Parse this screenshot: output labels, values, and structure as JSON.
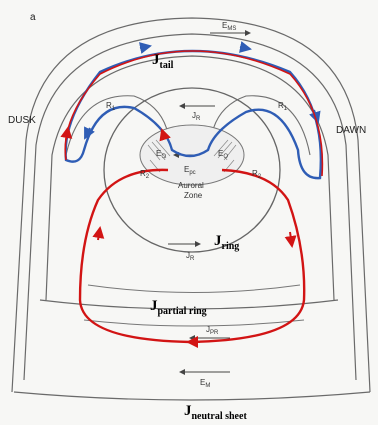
{
  "panel_label": "a",
  "side_labels": {
    "dusk": "DUSK",
    "dawn": "DAWN"
  },
  "fields": {
    "ems": {
      "main": "E",
      "sub": "MS"
    },
    "em": {
      "main": "E",
      "sub": "M"
    },
    "epc": {
      "main": "E",
      "sub": "pc"
    },
    "eq_left": {
      "main": "E",
      "sub": "Q"
    },
    "eq_right": {
      "main": "E",
      "sub": "Q"
    }
  },
  "small_currents": {
    "jr_top": {
      "main": "J",
      "sub": "R"
    },
    "jr_bottom": {
      "main": "J",
      "sub": "R"
    },
    "jpr": {
      "main": "J",
      "sub": "PR"
    },
    "r1_left": {
      "main": "R",
      "sub": "1"
    },
    "r1_right": {
      "main": "R",
      "sub": "1"
    },
    "r2_left": {
      "main": "R",
      "sub": "2"
    },
    "r2_right": {
      "main": "R",
      "sub": "2"
    }
  },
  "auroral_zone": {
    "line1": "Auroral",
    "line2": "Zone"
  },
  "currents": {
    "tail": {
      "main": "J",
      "sub": "tail"
    },
    "ring": {
      "main": "J",
      "sub": "ring"
    },
    "partial_ring": {
      "main": "J",
      "sub": "partial ring"
    },
    "neutral_sheet": {
      "main": "J",
      "sub": "neutral sheet"
    }
  },
  "colors": {
    "blue_current": "#2f5db5",
    "red_current": "#d21414",
    "lines": "#555555"
  }
}
